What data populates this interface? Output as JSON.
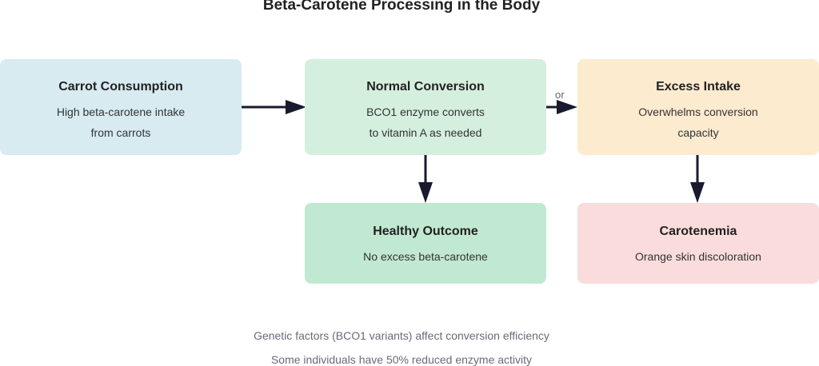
{
  "title": "Beta-Carotene Processing in the Body",
  "nodes": {
    "carrot": {
      "title": "Carrot Consumption",
      "line1": "High beta-carotene intake",
      "line2": "from carrots",
      "color": "#d7ebf1"
    },
    "normal": {
      "title": "Normal Conversion",
      "line1": "BCO1 enzyme converts",
      "line2": "to vitamin A as needed",
      "color": "#d5efde"
    },
    "excess": {
      "title": "Excess Intake",
      "line1": "Overwhelms conversion",
      "line2": "capacity",
      "color": "#fcebcf"
    },
    "healthy": {
      "title": "Healthy Outcome",
      "line1": "No excess beta-carotene",
      "color": "#c1e8d0"
    },
    "carotenemia": {
      "title": "Carotenemia",
      "line1": "Orange skin discoloration",
      "color": "#f9dcdb"
    }
  },
  "edges": [
    {
      "from": "carrot",
      "to": "normal",
      "label": ""
    },
    {
      "from": "normal",
      "to": "excess",
      "label": "or"
    },
    {
      "from": "normal",
      "to": "healthy",
      "label": ""
    },
    {
      "from": "excess",
      "to": "carotenemia",
      "label": ""
    }
  ],
  "footnotes": [
    "Genetic factors (BCO1 variants) affect conversion efficiency",
    "Some individuals have 50% reduced enzyme activity"
  ]
}
